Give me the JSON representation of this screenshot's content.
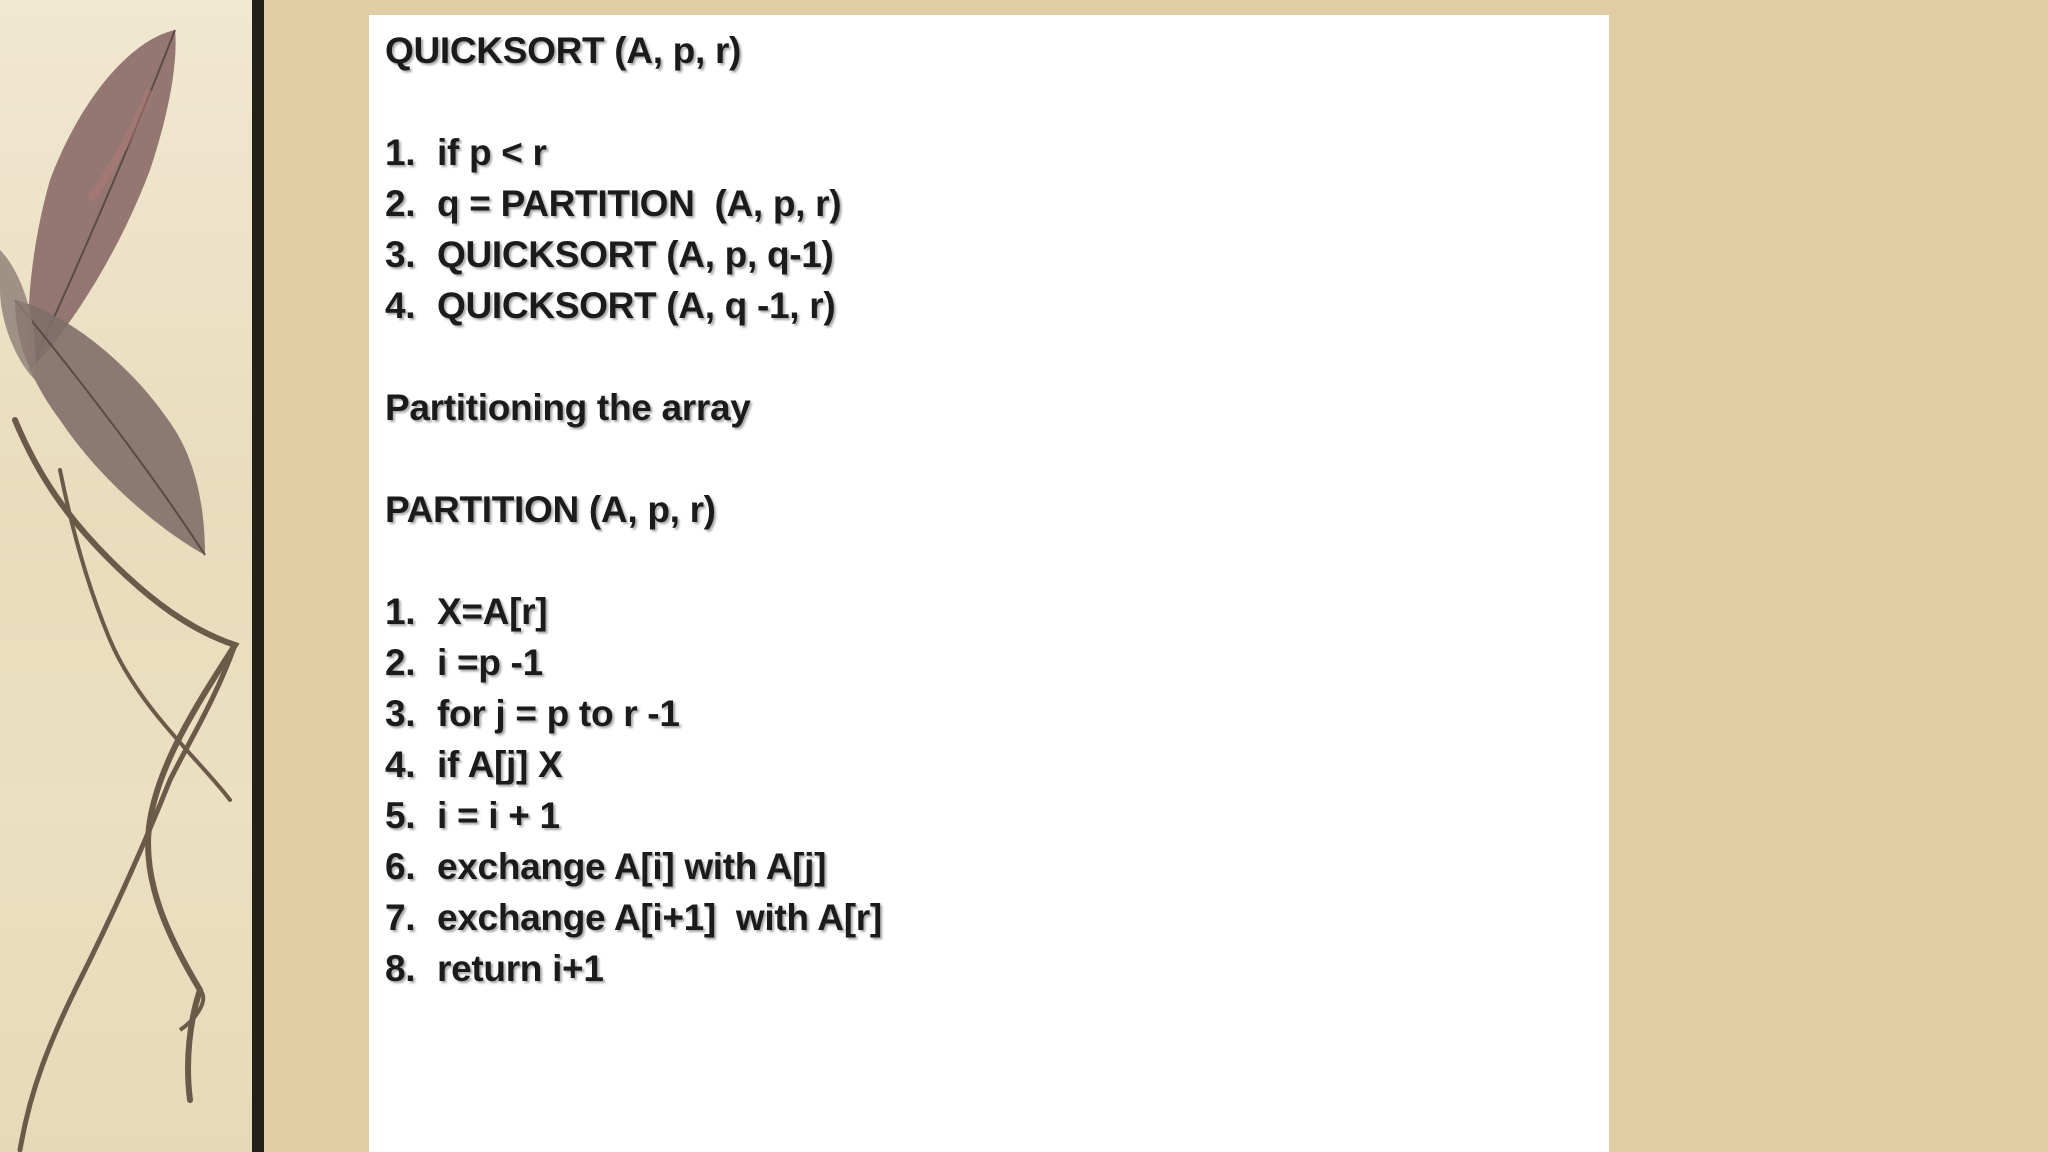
{
  "quicksort": {
    "heading": "QUICKSORT (A, p, r)",
    "steps": [
      {
        "num": "1.",
        "text": "if p < r"
      },
      {
        "num": "2.",
        "text": "q = PARTITION  (A, p, r)"
      },
      {
        "num": "3.",
        "text": "QUICKSORT (A, p, q-1)"
      },
      {
        "num": "4.",
        "text": "QUICKSORT (A, q -1, r)"
      }
    ]
  },
  "section_title": "Partitioning the array",
  "partition": {
    "heading": "PARTITION (A, p, r)",
    "steps": [
      {
        "num": "1.",
        "text": "X=A[r]"
      },
      {
        "num": "2.",
        "text": "i =p -1"
      },
      {
        "num": "3.",
        "text": "for j = p to r -1"
      },
      {
        "num": "4.",
        "text": "if A[j] X"
      },
      {
        "num": "5.",
        "text": "i = i + 1"
      },
      {
        "num": "6.",
        "text": "exchange A[i] with A[j]"
      },
      {
        "num": "7.",
        "text": "exchange A[i+1]  with A[r]"
      },
      {
        "num": "8.",
        "text": "return i+1"
      }
    ]
  },
  "colors": {
    "background": "#e1cda4",
    "divider": "#231f1a",
    "slide": "#ffffff",
    "text": "#1b1b1b"
  }
}
